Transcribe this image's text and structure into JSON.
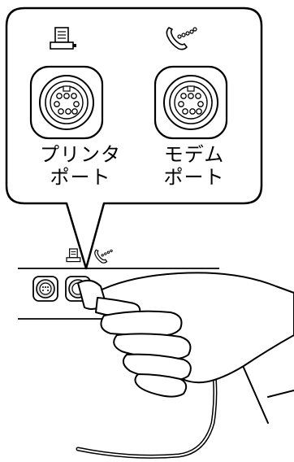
{
  "callout": {
    "printer_port": {
      "line1": "プリンタ",
      "line2": "ポート",
      "icon": "printer-icon"
    },
    "modem_port": {
      "line1": "モデム",
      "line2": "ポート",
      "icon": "phone-modem-icon"
    }
  },
  "device": {
    "left_port_icon": "printer-icon",
    "right_port_icon": "phone-modem-icon",
    "connector": "8-pin-mini-din",
    "action": "hand-plugging-cable-into-modem-port"
  },
  "colors": {
    "line": "#000000",
    "fill": "#ffffff",
    "port_fill": "#e6e6e6"
  }
}
